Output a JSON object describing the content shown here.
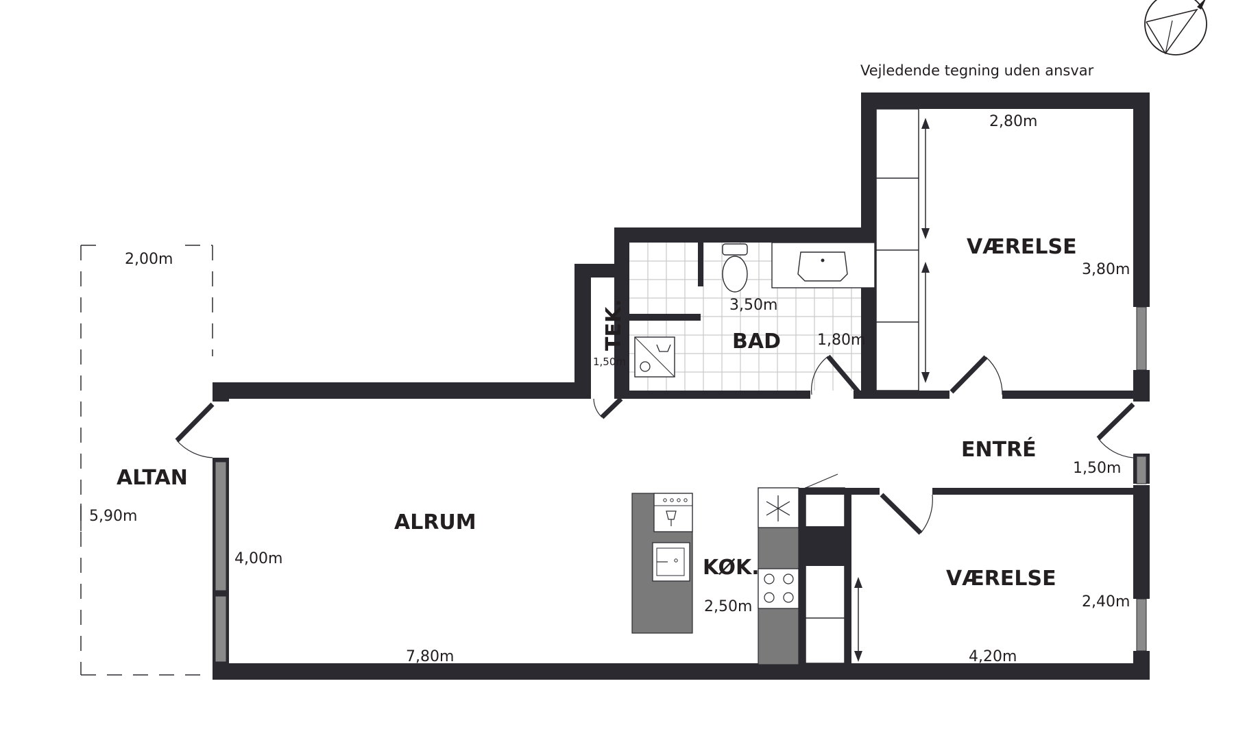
{
  "note": "Vejledende tegning uden ansvar",
  "rooms": {
    "altan": {
      "name": "ALTAN",
      "width": "2,00m",
      "length": "5,90m"
    },
    "alrum": {
      "name": "ALRUM",
      "width": "4,00m",
      "length": "7,80m"
    },
    "tek": {
      "name": "TEK.",
      "length": "1,50m"
    },
    "bad": {
      "name": "BAD",
      "width": "3,50m",
      "length": "1,80m"
    },
    "vaerelse_top": {
      "name": "VÆRELSE",
      "width": "2,80m",
      "length": "3,80m"
    },
    "entre": {
      "name": "ENTRÉ",
      "length": "1,50m"
    },
    "kok": {
      "name": "KØK.",
      "length": "2,50m"
    },
    "vaerelse_bottom": {
      "name": "VÆRELSE",
      "width": "4,20m",
      "length": "2,40m"
    }
  },
  "icons": [
    "compass-icon",
    "toilet-icon",
    "sink-icon",
    "washing-machine-icon",
    "dishwasher-icon",
    "kitchen-sink-icon",
    "freezer-icon",
    "stove-icon"
  ],
  "colors": {
    "wall": "#2b2a30",
    "window": "#8a8a8a",
    "tile_grid": "#c9c9c9",
    "counter": "#7a7a7a"
  }
}
